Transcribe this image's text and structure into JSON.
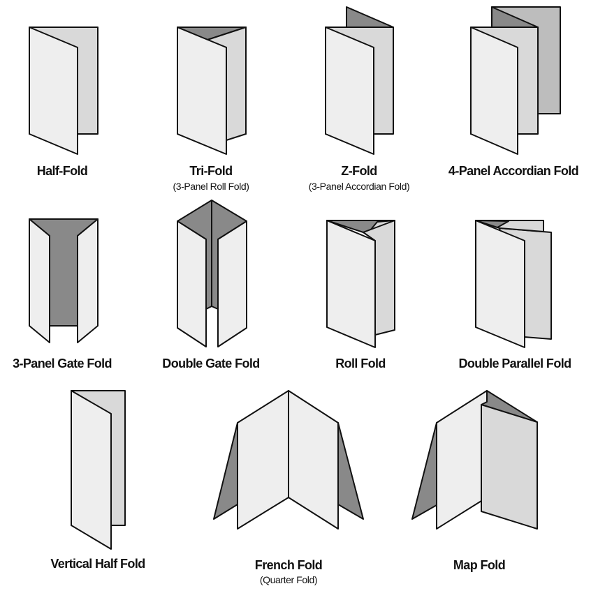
{
  "colors": {
    "front_panel": "#eeeeee",
    "mid_panel": "#d9d9d9",
    "back_panel": "#bdbdbd",
    "shadow": "#898989",
    "outline": "#111111"
  },
  "folds": [
    {
      "title": "Half-Fold"
    },
    {
      "title": "Tri-Fold",
      "subtitle": "(3-Panel Roll Fold)"
    },
    {
      "title": "Z-Fold",
      "subtitle": "(3-Panel Accordian Fold)"
    },
    {
      "title": "4-Panel Accordian Fold"
    },
    {
      "title": "3-Panel Gate Fold"
    },
    {
      "title": "Double Gate Fold"
    },
    {
      "title": "Roll Fold"
    },
    {
      "title": "Double Parallel Fold"
    },
    {
      "title": "Vertical Half Fold"
    },
    {
      "title": "French Fold",
      "subtitle": "(Quarter Fold)"
    },
    {
      "title": "Map Fold"
    }
  ]
}
